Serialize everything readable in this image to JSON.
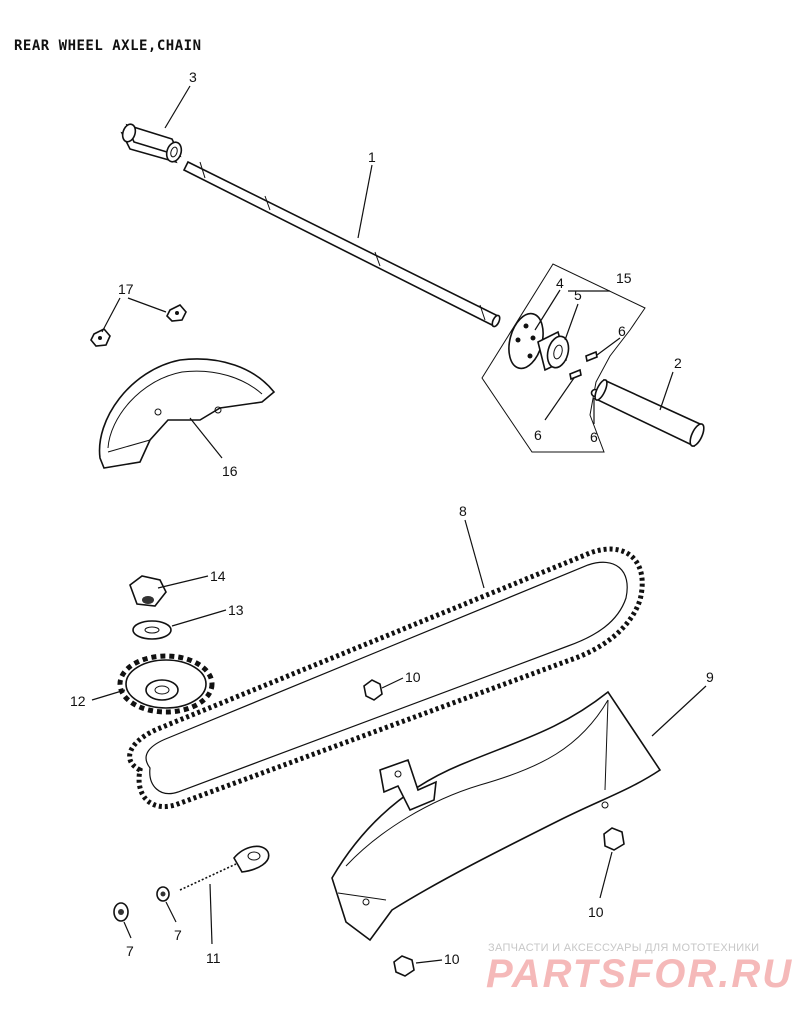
{
  "title": "REAR WHEEL AXLE,CHAIN",
  "callouts": {
    "c1": "1",
    "c2": "2",
    "c3": "3",
    "c4": "4",
    "c5": "5",
    "c6a": "6",
    "c6b": "6",
    "c6c": "6",
    "c7a": "7",
    "c7b": "7",
    "c8": "8",
    "c9": "9",
    "c10a": "10",
    "c10b": "10",
    "c10c": "10",
    "c11": "11",
    "c12": "12",
    "c13": "13",
    "c14": "14",
    "c15": "15",
    "c16": "16",
    "c17": "17"
  },
  "watermark": {
    "caption": "ЗАПЧАСТИ И АКСЕССУАРЫ ДЛЯ МОТОТЕХНИКИ",
    "logo": "PARTSFOR.RU"
  }
}
